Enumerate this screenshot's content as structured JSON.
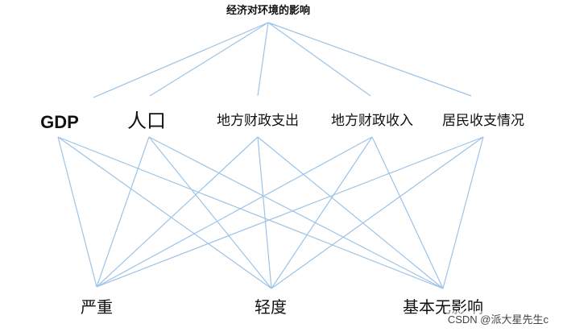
{
  "goal": {
    "label": "经济对环境的影响"
  },
  "criteria": [
    {
      "id": "gdp",
      "label": "GDP"
    },
    {
      "id": "population",
      "label": "人口"
    },
    {
      "id": "fiscal_expenditure",
      "label": "地方财政支出"
    },
    {
      "id": "fiscal_revenue",
      "label": "地方财政收入"
    },
    {
      "id": "resident_income_expenditure",
      "label": "居民收支情况"
    }
  ],
  "alternatives": [
    {
      "id": "severe",
      "label": "严重"
    },
    {
      "id": "mild",
      "label": "轻度"
    },
    {
      "id": "none",
      "label": "基本无影响"
    }
  ],
  "links": {
    "goal_to_criteria": [
      "gdp",
      "population",
      "fiscal_expenditure",
      "fiscal_revenue",
      "resident_income_expenditure"
    ],
    "criteria_to_alternatives": "all"
  },
  "colors": {
    "line": "#9dc3e6",
    "text": "#111111"
  },
  "watermark": {
    "text": "CSDN @派大星先生c"
  }
}
